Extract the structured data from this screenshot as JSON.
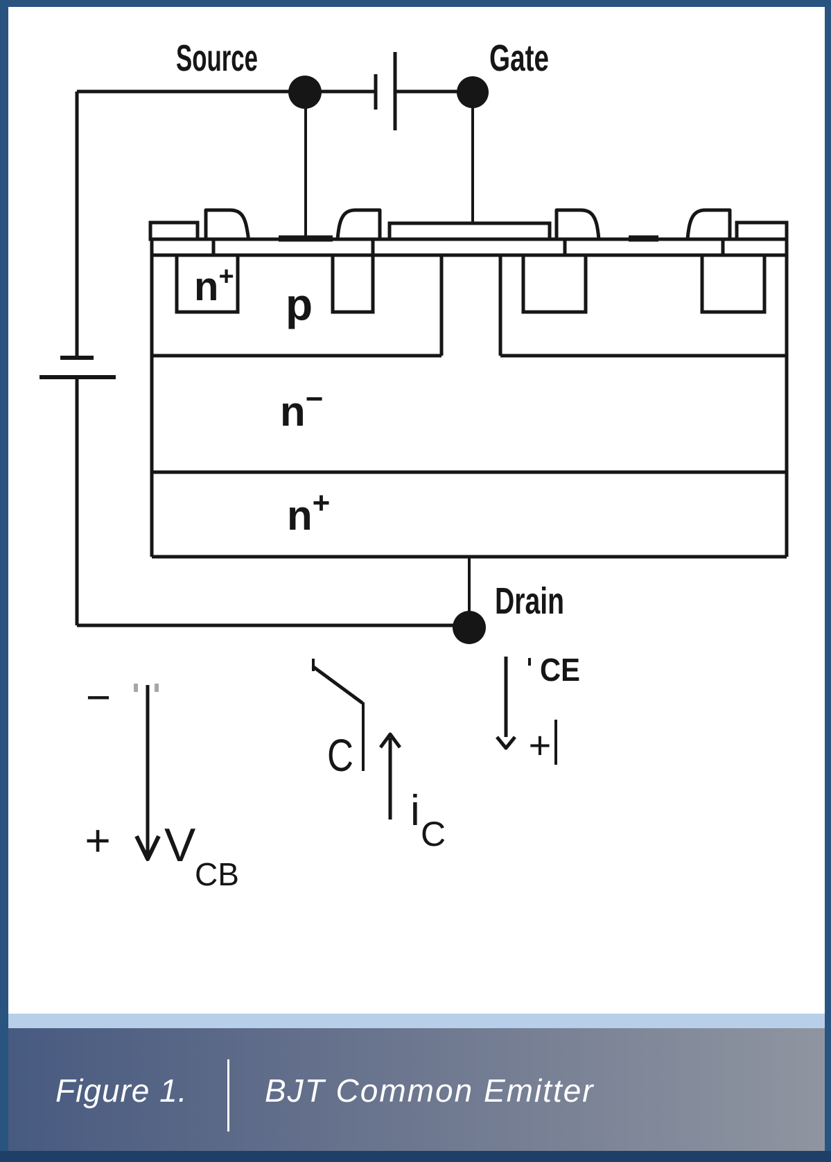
{
  "figure": {
    "labels": {
      "source": "Source",
      "gate": "Gate",
      "drain": "Drain"
    },
    "regions": {
      "n_plus_well": {
        "base": "n",
        "sup": "+"
      },
      "p_body": {
        "base": "p"
      },
      "n_minus_drift": {
        "base": "n",
        "sup": "−"
      },
      "n_plus_substrate": {
        "base": "n",
        "sup": "+"
      }
    },
    "bjt_fragment": {
      "minus_sign": "−",
      "plus_sign_left": "+",
      "voltage_base": "V",
      "voltage_sub": "CB",
      "collector_label": "C",
      "current_base": "i",
      "current_sub": "C",
      "vce_fragment": "CE",
      "plus_sign_right": "+"
    }
  },
  "caption": {
    "label": "Figure 1.",
    "title": "BJT Common Emitter"
  },
  "colors": {
    "ink": "#161616",
    "border_blue": "#2a5480",
    "band_blue": "#b8cfe9",
    "caption_gradient_left": "#475a80",
    "caption_gradient_right": "#8f95a0",
    "bottom_strip": "#1e3f68",
    "caption_text": "#ffffff",
    "background": "#ffffff"
  }
}
